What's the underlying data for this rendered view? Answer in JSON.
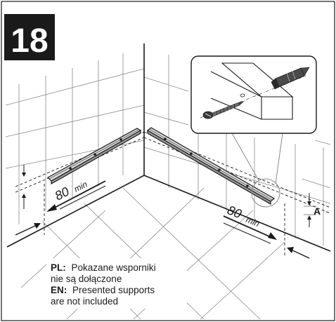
{
  "step": {
    "number": "18"
  },
  "dimensions": {
    "left": {
      "value": "80",
      "unit": "min"
    },
    "right": {
      "value": "80",
      "unit": "min"
    },
    "height_label": "A"
  },
  "note": {
    "pl_prefix": "PL:",
    "pl_line1": "Pokazane wsporniki",
    "pl_line2": "nie są dołączone",
    "en_prefix": "EN:",
    "en_line1": "Presented supports",
    "en_line2": "are not included"
  },
  "colors": {
    "line": "#1a1a1a",
    "tile": "#8a8a8a",
    "step_badge": "#1a1a1a",
    "support_fill": "#d9d9d9"
  }
}
